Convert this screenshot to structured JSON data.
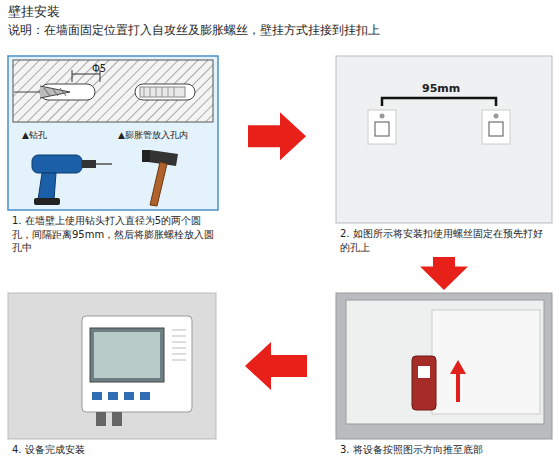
{
  "diagram": {
    "nodes": [
      {
        "text": [
          "1. 在墙壁上使用钻头打入直径为5的两个圆孔，间隔距离95mm，然后将膨胀螺栓放入圆孔中"
        ]
      },
      {
        "text": [
          "2. 如图所示将安装扣使用螺丝固定在预先打好的孔上"
        ]
      },
      {
        "text": [
          "3. 将设备按照图示方向推至底部"
        ]
      },
      {
        "text": [
          "4. 设备完成安装"
        ]
      }
    ],
    "edges": [
      {
        "from": 0,
        "to": 1,
        "arrow": "to"
      },
      {
        "from": 1,
        "to": 2,
        "arrow": "to"
      },
      {
        "from": 2,
        "to": 3,
        "arrow": "to"
      }
    ],
    "labels": [
      "壁挂安装",
      "说明：在墙面固定位置打入自攻丝及膨胀螺丝，壁挂方式挂接到挂扣上",
      "Φ5",
      "▲钻孔",
      "▲膨胀管放入孔内",
      "95mm"
    ]
  }
}
